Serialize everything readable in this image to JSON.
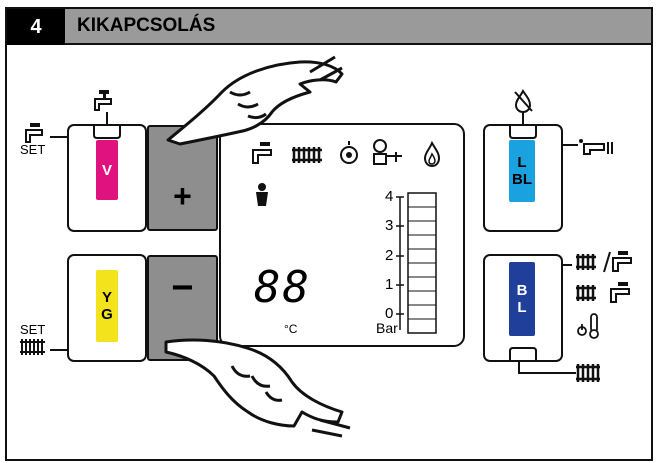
{
  "header": {
    "number": "4",
    "title": "KIKAPCSOLÁS"
  },
  "left_panel": {
    "top_tap_icon": "tap-icon",
    "set_label_top": "SET",
    "set_label_bottom": "SET",
    "top_strip": {
      "letters": [
        "V"
      ],
      "color": "#e0127f"
    },
    "bottom_strip": {
      "letters": [
        "Y",
        "G"
      ],
      "color": "#f3e31c"
    }
  },
  "buttons": {
    "plus_label": "+",
    "minus_label": "−",
    "color": "#8e8e8e"
  },
  "display": {
    "digits": "88",
    "temp_unit": "°C",
    "pressure_unit": "Bar",
    "scale": [
      "4",
      "3",
      "2",
      "1",
      "0"
    ],
    "icons": [
      "tap-icon",
      "radiator-icon",
      "sun-lamp-icon",
      "service-icon",
      "flame-icon",
      "person-icon"
    ],
    "bar_segments": 10
  },
  "right_panel": {
    "top_strip": {
      "letters": [
        "L",
        "BL"
      ],
      "color": "#1aa2e0"
    },
    "bottom_strip": {
      "letters": [
        "B",
        "L"
      ],
      "color": "#1f3f9a"
    },
    "legend": [
      "flame-off-icon",
      "pointing-hand-icon",
      "radiator-tap-icon",
      "radiator-tap-icon",
      "thermostat-icon",
      "radiator-icon"
    ]
  }
}
